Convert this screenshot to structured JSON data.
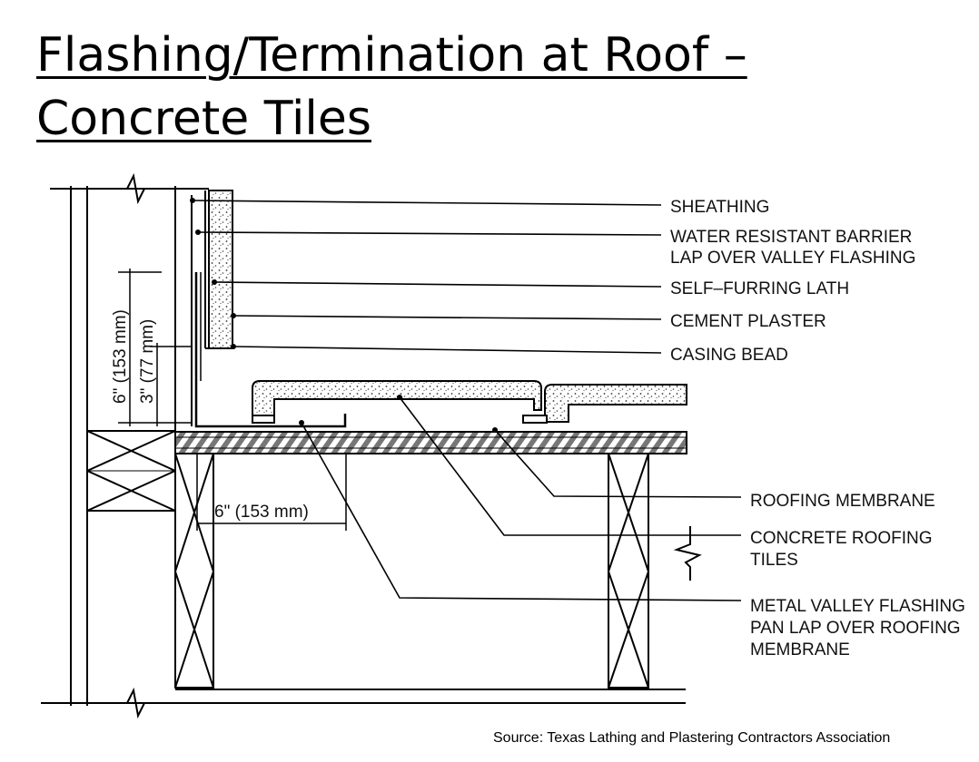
{
  "title": {
    "line1": "Flashing/Termination at Roof –",
    "line2": "Concrete Tiles"
  },
  "labels": {
    "sheathing": "SHEATHING",
    "wrb_line1": "WATER RESISTANT BARRIER",
    "wrb_line2": "LAP OVER VALLEY FLASHING",
    "lath": "SELF–FURRING LATH",
    "plaster": "CEMENT PLASTER",
    "casing": "CASING BEAD",
    "membrane": "ROOFING MEMBRANE",
    "tiles_line1": "CONCRETE ROOFING",
    "tiles_line2": "TILES",
    "flashing_line1": "METAL VALLEY FLASHING",
    "flashing_line2": "PAN LAP OVER ROOFING",
    "flashing_line3": "MEMBRANE"
  },
  "dimensions": {
    "vertical_6": "6\" (153 mm)",
    "vertical_3": "3\" (77 mm)",
    "horizontal_6": "6\" (153 mm)"
  },
  "source": "Source: Texas Lathing and Plastering Contractors Association"
}
